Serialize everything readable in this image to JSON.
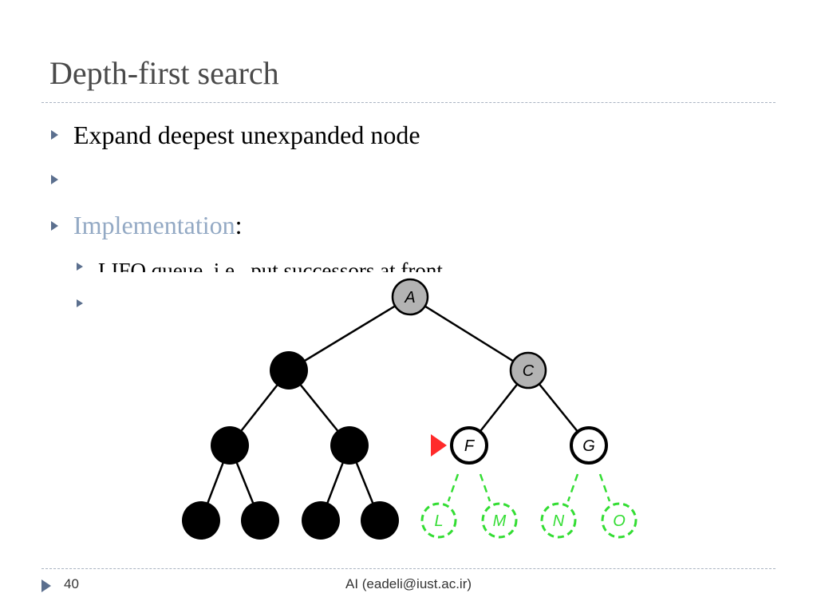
{
  "slide": {
    "title": "Depth-first search",
    "bullets": [
      {
        "text": "Expand deepest unexpanded node"
      },
      {
        "text": ""
      },
      {
        "text_colored": "Implementation",
        "suffix": ":"
      }
    ],
    "subbullets": [
      {
        "text": "LIFO queue, i.e., put successors at front"
      },
      {
        "text": ""
      }
    ],
    "footer": {
      "page": "40",
      "text": "AI (eadeli@iust.ac.ir)"
    }
  },
  "tree": {
    "nodes": [
      {
        "id": "A",
        "label": "A",
        "state": "expanded-gray"
      },
      {
        "id": "B",
        "label": "",
        "state": "removed-black"
      },
      {
        "id": "C",
        "label": "C",
        "state": "expanded-gray"
      },
      {
        "id": "D",
        "label": "",
        "state": "removed-black"
      },
      {
        "id": "E",
        "label": "",
        "state": "removed-black"
      },
      {
        "id": "F",
        "label": "F",
        "state": "current"
      },
      {
        "id": "G",
        "label": "G",
        "state": "fringe"
      },
      {
        "id": "H",
        "label": "",
        "state": "removed-black"
      },
      {
        "id": "I",
        "label": "",
        "state": "removed-black"
      },
      {
        "id": "J",
        "label": "",
        "state": "removed-black"
      },
      {
        "id": "K",
        "label": "",
        "state": "removed-black"
      },
      {
        "id": "L",
        "label": "L",
        "state": "unexplored-green"
      },
      {
        "id": "M",
        "label": "M",
        "state": "unexplored-green"
      },
      {
        "id": "N",
        "label": "N",
        "state": "unexplored-green"
      },
      {
        "id": "O",
        "label": "O",
        "state": "unexplored-green"
      }
    ],
    "colors": {
      "gray": "#b3b3b3",
      "black": "#000000",
      "green": "#33dd33",
      "marker": "#ff2a2a"
    }
  }
}
